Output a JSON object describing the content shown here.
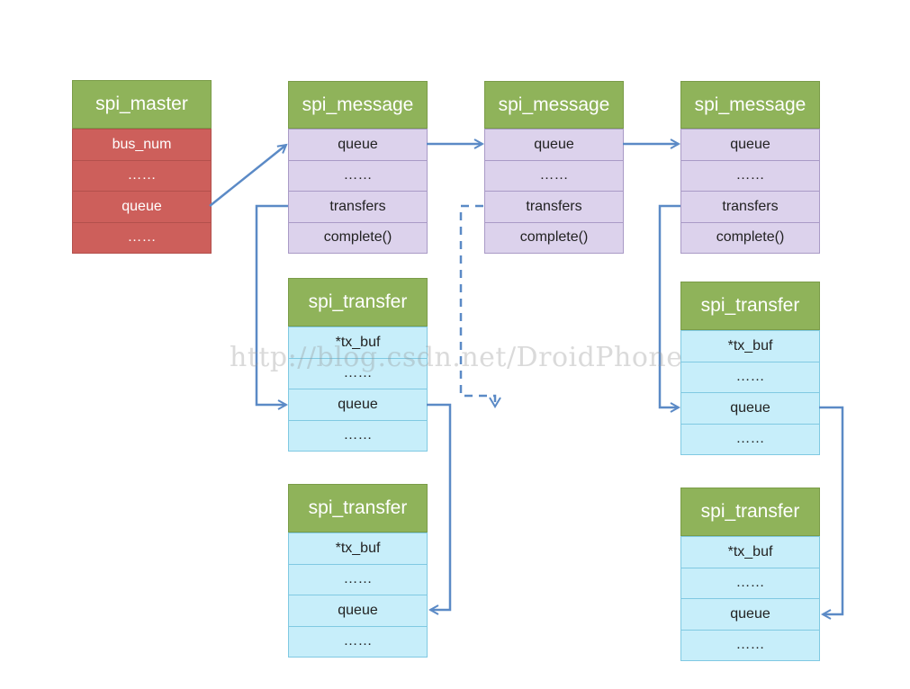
{
  "master": {
    "title": "spi_master",
    "rows": [
      "bus_num",
      "……",
      "queue",
      "……"
    ]
  },
  "messages": [
    {
      "title": "spi_message",
      "rows": [
        "queue",
        "……",
        "transfers",
        "complete()"
      ]
    },
    {
      "title": "spi_message",
      "rows": [
        "queue",
        "……",
        "transfers",
        "complete()"
      ]
    },
    {
      "title": "spi_message",
      "rows": [
        "queue",
        "……",
        "transfers",
        "complete()"
      ]
    }
  ],
  "transfers": [
    {
      "title": "spi_transfer",
      "rows": [
        "*tx_buf",
        "……",
        "queue",
        "……"
      ]
    },
    {
      "title": "spi_transfer",
      "rows": [
        "*tx_buf",
        "……",
        "queue",
        "……"
      ]
    },
    {
      "title": "spi_transfer",
      "rows": [
        "*tx_buf",
        "……",
        "queue",
        "……"
      ]
    },
    {
      "title": "spi_transfer",
      "rows": [
        "*tx_buf",
        "……",
        "queue",
        "……"
      ]
    }
  ],
  "watermark": "http://blog.csdn.net/DroidPhone",
  "colors": {
    "header": "#8fb35a",
    "master_rows": "#cd5f5b",
    "message_rows": "#dcd2ec",
    "transfer_rows": "#c7eefa",
    "arrow": "#5b8ac6"
  }
}
